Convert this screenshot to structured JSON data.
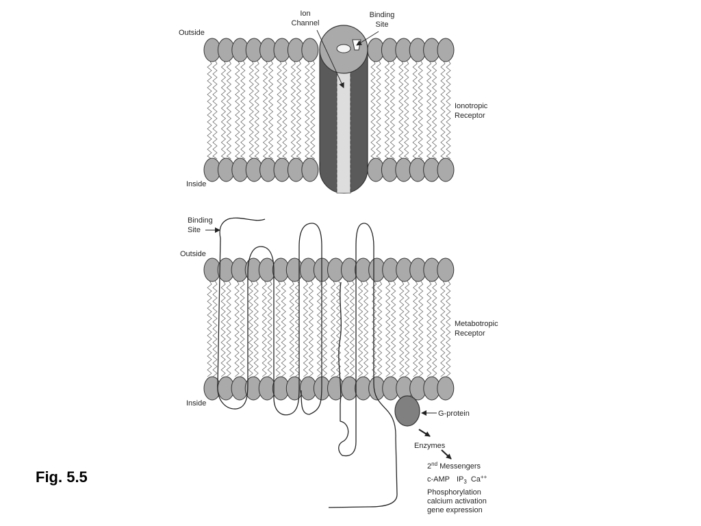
{
  "caption": "Fig. 5.5",
  "ionotropic": {
    "outside_label": "Outside",
    "inside_label": "Inside",
    "ion_channel_label": [
      "Ion",
      "Channel"
    ],
    "binding_site_label": [
      "Binding",
      "Site"
    ],
    "receptor_label": [
      "Ionotropic",
      "Receptor"
    ]
  },
  "metabotropic": {
    "binding_site_label": [
      "Binding",
      "Site"
    ],
    "outside_label": "Outside",
    "inside_label": "Inside",
    "receptor_label": [
      "Metabotropic",
      "Receptor"
    ],
    "g_protein_label": "G-protein",
    "enzymes_label": "Enzymes",
    "messengers": {
      "line1_prefix": "2",
      "line1_sup": "nd",
      "line1_rest": " Messengers",
      "line2_camp": "c-AMP",
      "line2_ip": "IP",
      "line2_ip_sub": "3",
      "line2_ca": "Ca",
      "line2_ca_sup": "++"
    },
    "effects": [
      "Phosphorylation",
      "calcium activation",
      "gene expression"
    ]
  },
  "colors": {
    "head_fill": "#aaaaaa",
    "stroke": "#333333",
    "channel_dark": "#5a5a5a",
    "channel_light": "#dddddd",
    "g_protein": "#808080"
  }
}
